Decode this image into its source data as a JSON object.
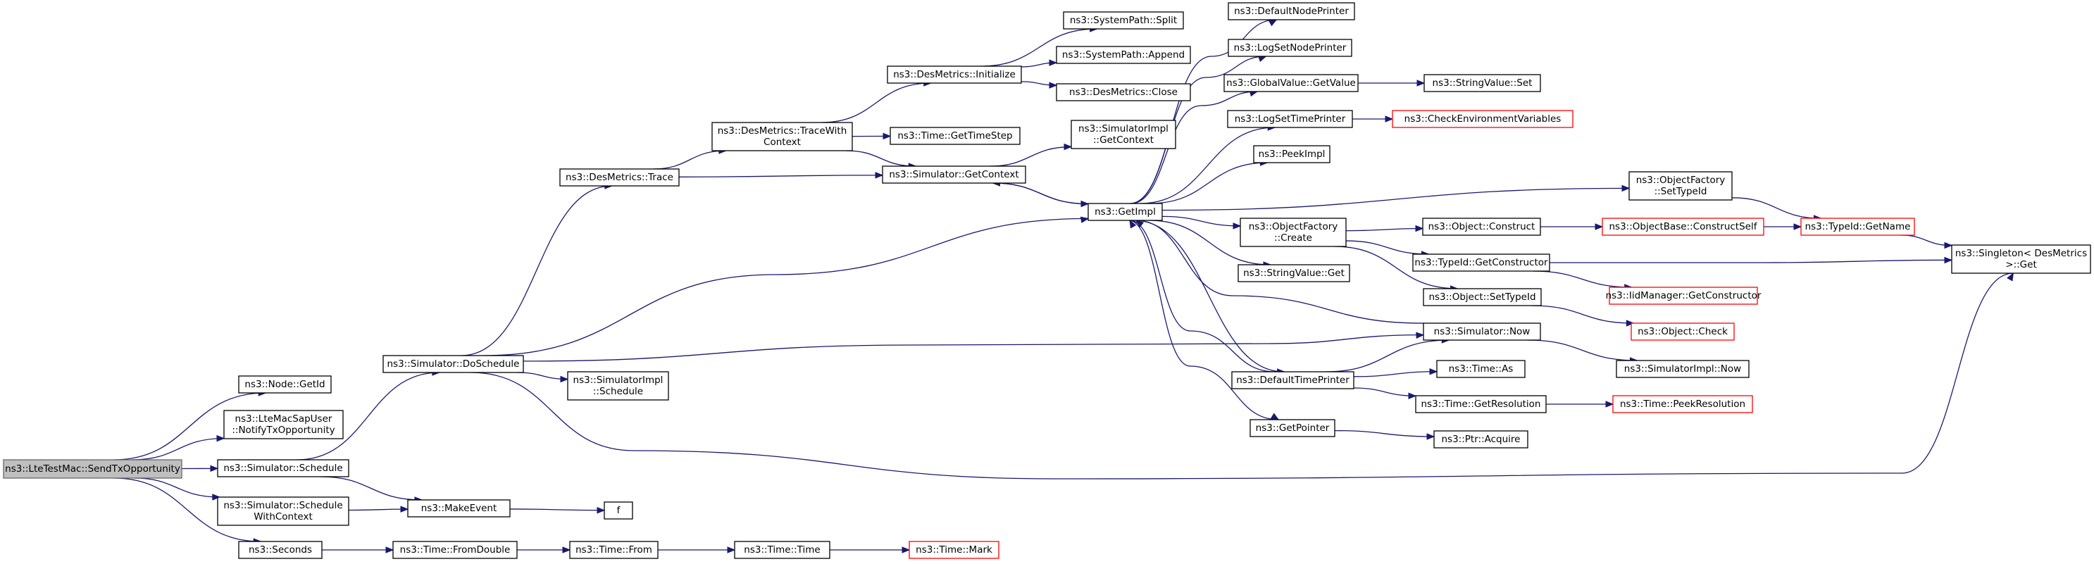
{
  "nodes": [
    {
      "id": "root",
      "lines": [
        "ns3::LteTestMac::SendTxOpportunity"
      ],
      "style": "root"
    },
    {
      "id": "getid",
      "lines": [
        "ns3::Node::GetId"
      ]
    },
    {
      "id": "notify",
      "lines": [
        "ns3::LteMacSapUser",
        "::NotifyTxOpportunity"
      ]
    },
    {
      "id": "schedule",
      "lines": [
        "ns3::Simulator::Schedule"
      ]
    },
    {
      "id": "schedwc",
      "lines": [
        "ns3::Simulator::Schedule",
        "WithContext"
      ]
    },
    {
      "id": "seconds",
      "lines": [
        "ns3::Seconds"
      ]
    },
    {
      "id": "doschedule",
      "lines": [
        "ns3::Simulator::DoSchedule"
      ]
    },
    {
      "id": "makeevent",
      "lines": [
        "ns3::MakeEvent"
      ]
    },
    {
      "id": "fromdouble",
      "lines": [
        "ns3::Time::FromDouble"
      ]
    },
    {
      "id": "f",
      "lines": [
        "f"
      ]
    },
    {
      "id": "timefrom",
      "lines": [
        "ns3::Time::From"
      ]
    },
    {
      "id": "timetime",
      "lines": [
        "ns3::Time::Time"
      ]
    },
    {
      "id": "timemark",
      "lines": [
        "ns3::Time::Mark"
      ],
      "style": "red"
    },
    {
      "id": "desmtrace",
      "lines": [
        "ns3::DesMetrics::Trace"
      ]
    },
    {
      "id": "simimplsched",
      "lines": [
        "ns3::SimulatorImpl",
        "::Schedule"
      ]
    },
    {
      "id": "tracewithctx",
      "lines": [
        "ns3::DesMetrics::TraceWith",
        "Context"
      ]
    },
    {
      "id": "desminit",
      "lines": [
        "ns3::DesMetrics::Initialize"
      ]
    },
    {
      "id": "timestep",
      "lines": [
        "ns3::Time::GetTimeStep"
      ]
    },
    {
      "id": "simgetctx",
      "lines": [
        "ns3::Simulator::GetContext"
      ]
    },
    {
      "id": "split",
      "lines": [
        "ns3::SystemPath::Split"
      ]
    },
    {
      "id": "append",
      "lines": [
        "ns3::SystemPath::Append"
      ]
    },
    {
      "id": "close",
      "lines": [
        "ns3::DesMetrics::Close"
      ]
    },
    {
      "id": "simimplctx",
      "lines": [
        "ns3::SimulatorImpl",
        "::GetContext"
      ]
    },
    {
      "id": "getimpl",
      "lines": [
        "ns3::GetImpl"
      ]
    },
    {
      "id": "defnodeprinter",
      "lines": [
        "ns3::DefaultNodePrinter"
      ]
    },
    {
      "id": "logsetnode",
      "lines": [
        "ns3::LogSetNodePrinter"
      ]
    },
    {
      "id": "gvgetvalue",
      "lines": [
        "ns3::GlobalValue::GetValue"
      ]
    },
    {
      "id": "logsettime",
      "lines": [
        "ns3::LogSetTimePrinter"
      ]
    },
    {
      "id": "peekimpl",
      "lines": [
        "ns3::PeekImpl"
      ]
    },
    {
      "id": "objfactcreate",
      "lines": [
        "ns3::ObjectFactory",
        "::Create"
      ]
    },
    {
      "id": "strvalget",
      "lines": [
        "ns3::StringValue::Get"
      ]
    },
    {
      "id": "deftimeprinter",
      "lines": [
        "ns3::DefaultTimePrinter"
      ]
    },
    {
      "id": "getpointer",
      "lines": [
        "ns3::GetPointer"
      ]
    },
    {
      "id": "strvalset",
      "lines": [
        "ns3::StringValue::Set"
      ]
    },
    {
      "id": "checkenv",
      "lines": [
        "ns3::CheckEnvironmentVariables"
      ],
      "style": "red"
    },
    {
      "id": "objfactsettype",
      "lines": [
        "ns3::ObjectFactory",
        "::SetTypeId"
      ]
    },
    {
      "id": "objconstruct",
      "lines": [
        "ns3::Object::Construct"
      ]
    },
    {
      "id": "typeidgetctor",
      "lines": [
        "ns3::TypeId::GetConstructor"
      ]
    },
    {
      "id": "objsettypeid",
      "lines": [
        "ns3::Object::SetTypeId"
      ]
    },
    {
      "id": "simnow",
      "lines": [
        "ns3::Simulator::Now"
      ]
    },
    {
      "id": "timeas",
      "lines": [
        "ns3::Time::As"
      ]
    },
    {
      "id": "timegetres",
      "lines": [
        "ns3::Time::GetResolution"
      ]
    },
    {
      "id": "ptracquire",
      "lines": [
        "ns3::Ptr::Acquire"
      ]
    },
    {
      "id": "objbaseconstruct",
      "lines": [
        "ns3::ObjectBase::ConstructSelf"
      ],
      "style": "red"
    },
    {
      "id": "iidmanager",
      "lines": [
        "ns3::IidManager::GetConstructor"
      ],
      "style": "red"
    },
    {
      "id": "objcheck",
      "lines": [
        "ns3::Object::Check"
      ],
      "style": "red"
    },
    {
      "id": "simimplnow",
      "lines": [
        "ns3::SimulatorImpl::Now"
      ]
    },
    {
      "id": "peekres",
      "lines": [
        "ns3::Time::PeekResolution"
      ],
      "style": "red"
    },
    {
      "id": "typeidgetname",
      "lines": [
        "ns3::TypeId::GetName"
      ],
      "style": "red"
    },
    {
      "id": "singleton",
      "lines": [
        "ns3::Singleton< DesMetrics",
        " >::Get"
      ]
    }
  ],
  "edges": [
    [
      "root",
      "getid"
    ],
    [
      "root",
      "notify"
    ],
    [
      "root",
      "schedule"
    ],
    [
      "root",
      "schedwc"
    ],
    [
      "root",
      "seconds"
    ],
    [
      "schedule",
      "doschedule"
    ],
    [
      "schedule",
      "makeevent"
    ],
    [
      "schedwc",
      "makeevent"
    ],
    [
      "seconds",
      "fromdouble"
    ],
    [
      "fromdouble",
      "timefrom"
    ],
    [
      "timefrom",
      "timetime"
    ],
    [
      "timetime",
      "timemark"
    ],
    [
      "makeevent",
      "f"
    ],
    [
      "doschedule",
      "desmtrace"
    ],
    [
      "doschedule",
      "simimplsched"
    ],
    [
      "doschedule",
      "getimpl"
    ],
    [
      "doschedule",
      "simnow"
    ],
    [
      "doschedule",
      "singleton"
    ],
    [
      "desmtrace",
      "tracewithctx"
    ],
    [
      "desmtrace",
      "simgetctx"
    ],
    [
      "tracewithctx",
      "desminit"
    ],
    [
      "tracewithctx",
      "timestep"
    ],
    [
      "tracewithctx",
      "simgetctx"
    ],
    [
      "desminit",
      "split"
    ],
    [
      "desminit",
      "append"
    ],
    [
      "desminit",
      "close"
    ],
    [
      "simgetctx",
      "simimplctx"
    ],
    [
      "simgetctx",
      "getimpl"
    ],
    [
      "getimpl",
      "defnodeprinter"
    ],
    [
      "getimpl",
      "logsetnode"
    ],
    [
      "getimpl",
      "gvgetvalue"
    ],
    [
      "getimpl",
      "logsettime"
    ],
    [
      "getimpl",
      "peekimpl"
    ],
    [
      "getimpl",
      "objfactsettype"
    ],
    [
      "getimpl",
      "objfactcreate"
    ],
    [
      "getimpl",
      "strvalget"
    ],
    [
      "getimpl",
      "deftimeprinter"
    ],
    [
      "getimpl",
      "getpointer"
    ],
    [
      "getimpl",
      "simgetctx"
    ],
    [
      "gvgetvalue",
      "strvalset"
    ],
    [
      "logsettime",
      "checkenv"
    ],
    [
      "objfactsettype",
      "typeidgetname"
    ],
    [
      "objfactcreate",
      "objconstruct"
    ],
    [
      "objfactcreate",
      "typeidgetctor"
    ],
    [
      "objfactcreate",
      "objsettypeid"
    ],
    [
      "objconstruct",
      "objbaseconstruct"
    ],
    [
      "objbaseconstruct",
      "typeidgetname"
    ],
    [
      "typeidgetname",
      "singleton"
    ],
    [
      "typeidgetctor",
      "singleton"
    ],
    [
      "typeidgetctor",
      "iidmanager"
    ],
    [
      "objsettypeid",
      "objcheck"
    ],
    [
      "deftimeprinter",
      "simnow"
    ],
    [
      "deftimeprinter",
      "timeas"
    ],
    [
      "deftimeprinter",
      "timegetres"
    ],
    [
      "deftimeprinter",
      "getimpl"
    ],
    [
      "simnow",
      "simimplnow"
    ],
    [
      "simnow",
      "getimpl"
    ],
    [
      "timegetres",
      "peekres"
    ],
    [
      "getpointer",
      "ptracquire"
    ]
  ]
}
